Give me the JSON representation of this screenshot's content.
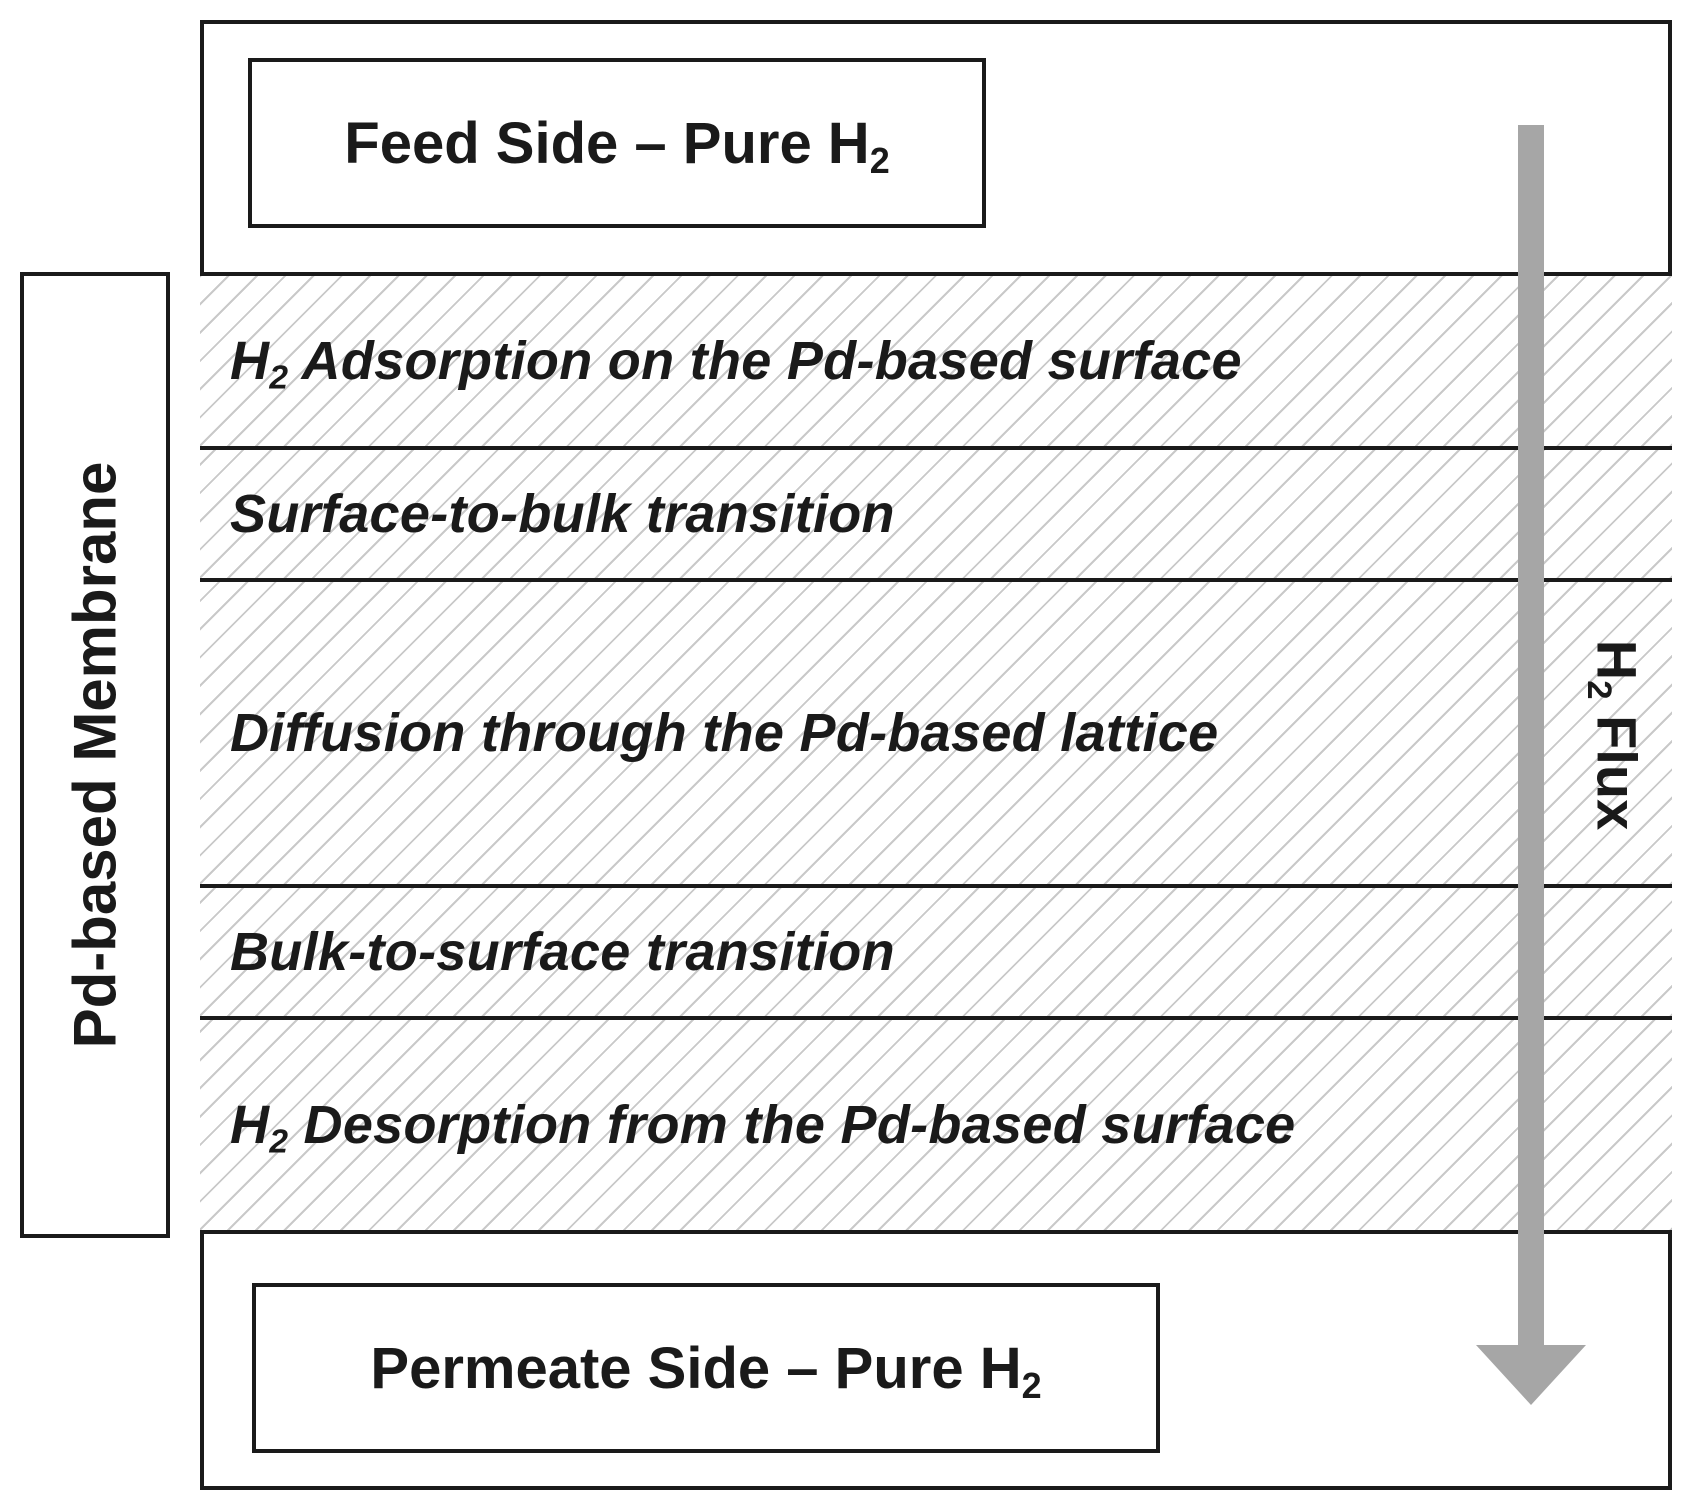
{
  "feed_side": {
    "text": "Feed Side – Pure H",
    "subscript": "2"
  },
  "permeate_side": {
    "text": "Permeate Side – Pure H",
    "subscript": "2"
  },
  "membrane_label": "Pd-based Membrane",
  "flux_label": {
    "prefix": "H",
    "subscript": "2",
    "suffix": " Flux"
  },
  "steps": [
    {
      "prefix": "H",
      "subscript": "2",
      "text": " Adsorption on the Pd-based surface"
    },
    {
      "prefix": "",
      "subscript": "",
      "text": "Surface-to-bulk transition"
    },
    {
      "prefix": "",
      "subscript": "",
      "text": "Diffusion through the Pd-based lattice"
    },
    {
      "prefix": "",
      "subscript": "",
      "text": "Bulk-to-surface transition"
    },
    {
      "prefix": "H",
      "subscript": "2",
      "text": " Desorption from the Pd-based surface"
    }
  ],
  "colors": {
    "line": "#1a1a1a",
    "hatch": "#c9c9c9",
    "arrow": "#a6a6a6"
  }
}
